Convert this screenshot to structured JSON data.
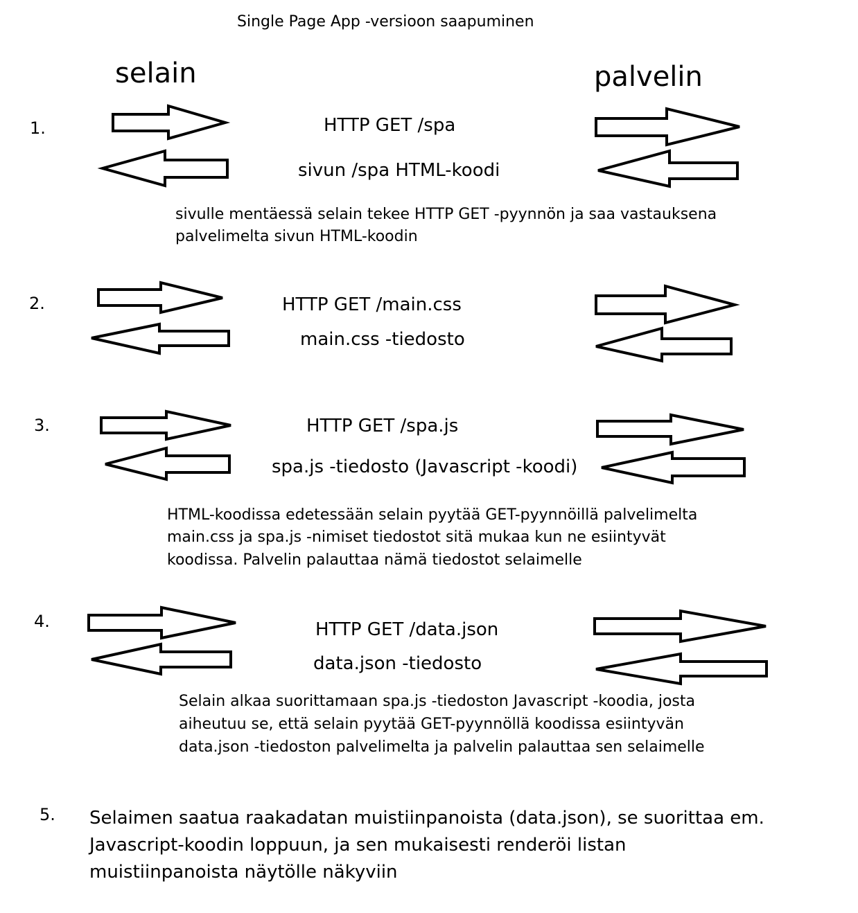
{
  "title": "Single Page App -versioon saapuminen",
  "actors": {
    "browser": "selain",
    "server": "palvelin"
  },
  "steps": [
    {
      "number": "1.",
      "request": "HTTP GET /spa",
      "response": "sivun /spa HTML-koodi",
      "description": [
        "sivulle mentäessä selain tekee HTTP GET -pyynnön ja saa vastauksena",
        "palvelimelta sivun HTML-koodin"
      ]
    },
    {
      "number": "2.",
      "request": "HTTP GET /main.css",
      "response": "main.css -tiedosto"
    },
    {
      "number": "3.",
      "request": "HTTP GET /spa.js",
      "response": "spa.js -tiedosto (Javascript -koodi)",
      "description": [
        "HTML-koodissa edetessään selain pyytää GET-pyynnöillä palvelimelta",
        "main.css ja spa.js -nimiset tiedostot sitä mukaa kun ne esiintyvät",
        "koodissa. Palvelin palauttaa nämä tiedostot selaimelle"
      ]
    },
    {
      "number": "4.",
      "request": "HTTP GET /data.json",
      "response": "data.json -tiedosto",
      "description": [
        "Selain alkaa suorittamaan spa.js -tiedoston Javascript -koodia, josta",
        "aiheutuu se, että selain pyytää GET-pyynnöllä koodissa esiintyvän",
        "data.json -tiedoston palvelimelta ja palvelin palauttaa sen selaimelle"
      ]
    },
    {
      "number": "5.",
      "description": [
        "Selaimen saatua raakadatan muistiinpanoista (data.json), se suorittaa em.",
        "Javascript-koodin loppuun, ja sen mukaisesti renderöi listan",
        "muistiinpanoista näytölle näkyviin"
      ]
    }
  ]
}
